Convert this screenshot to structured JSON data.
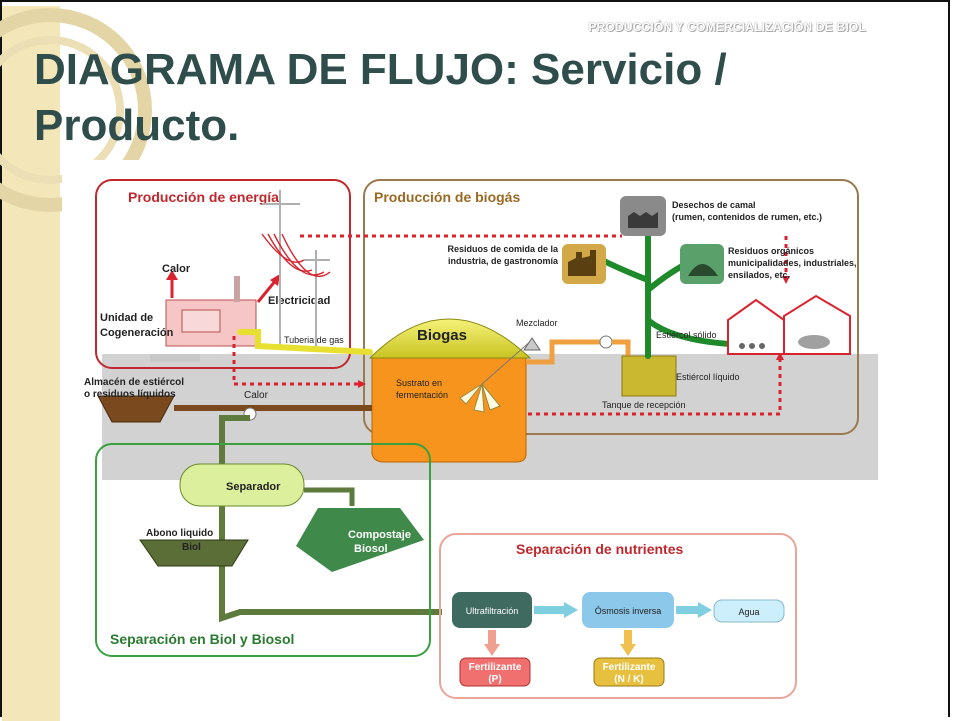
{
  "header_caption": "PRODUCCIÓN Y COMERCIALIZACIÓN DE BIOL",
  "title_line1": "DIAGRAMA DE FLUJO: Servicio /",
  "title_line2": "Producto.",
  "diagram": {
    "energy_box_title": "Producción de energía",
    "biogas_box_title": "Producción de biogás",
    "biol_box_title": "Separación en Biol y Biosol",
    "nutrients_box_title": "Separación de nutrientes",
    "calor_top": "Calor",
    "electricidad": "Electricidad",
    "cogeneracion_line1": "Unidad de",
    "cogeneracion_line2": "Cogeneración",
    "tuberia_gas": "Tuberia de gas",
    "biogas_label": "Biogas",
    "mezclador": "Mezclador",
    "sustrato_line1": "Sustrato en",
    "sustrato_line2": "fermentación",
    "residuos_comida_line1": "Residuos de comida de la",
    "residuos_comida_line2": "industria, de gastronomía",
    "desechos_camal_line1": "Desechos de camal",
    "desechos_camal_line2": "(rumen, contenidos de rumen, etc.)",
    "residuos_organicos_line1": "Residuos orgánicos",
    "residuos_organicos_line2": "municipalidades, industriales,",
    "residuos_organicos_line3": "ensilados, etc.",
    "estiercol_solido": "Estiércol sólido",
    "estiercol_liquido": "Estiércol líquido",
    "tanque_recepcion": "Tanque de recepción",
    "almacen_line1": "Almacén de estiércol",
    "almacen_line2": "o residuos líquidos",
    "calor_bottom": "Calor",
    "separador": "Separador",
    "abono_line1": "Abono liquido",
    "abono_line2": "Biol",
    "compostaje_line1": "Compostaje",
    "compostaje_line2": "Biosol",
    "ultrafiltracion": "Ultrafiltración",
    "osmosis": "Ósmosis inversa",
    "agua": "Agua",
    "fert_p_line1": "Fertilizante",
    "fert_p_line2": "(P)",
    "fert_nk_line1": "Fertilizante",
    "fert_nk_line2": "(N / K)"
  },
  "colors": {
    "title": "#2f4d4a",
    "energy_border": "#c0282d",
    "biogas_border": "#9a7a4e",
    "biol_border": "#3aa040",
    "nutrients_border": "#e8a59a",
    "digester_orange": "#f7941d",
    "dome_yellow": "#e5e53a",
    "ground_gray": "#d2d2d2",
    "pipe_brown": "#7a4a1e",
    "pipe_green": "#5e7a3c",
    "tree_green": "#1f8a2a",
    "arrow_red": "#d9232e"
  }
}
